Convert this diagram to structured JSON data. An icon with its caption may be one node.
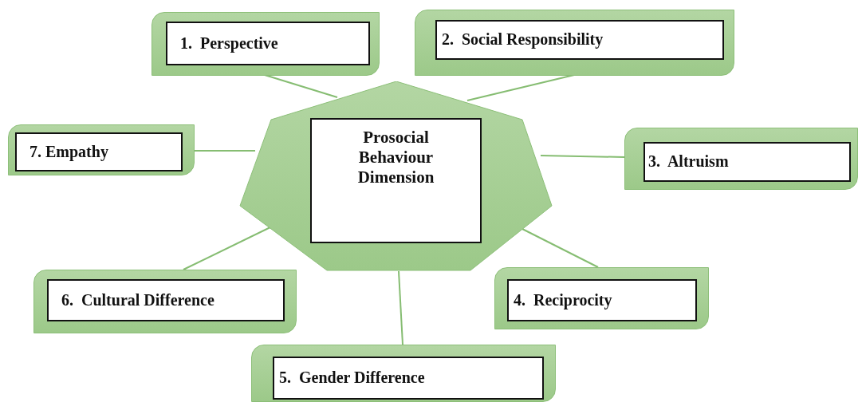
{
  "diagram": {
    "nodes": [
      {
        "text": [
          "Prosocial Behaviour Dimension"
        ]
      },
      {
        "text": [
          "1.  Perspective"
        ]
      },
      {
        "text": [
          "2.  Social Responsibility"
        ]
      },
      {
        "text": [
          "3.  Altruism"
        ]
      },
      {
        "text": [
          "4.  Reciprocity"
        ]
      },
      {
        "text": [
          "5.  Gender Difference"
        ]
      },
      {
        "text": [
          "6.  Cultural Difference"
        ]
      },
      {
        "text": [
          "7. Empathy"
        ]
      }
    ],
    "edges": [
      {
        "from": 0,
        "to": 1,
        "arrow": "none"
      },
      {
        "from": 0,
        "to": 2,
        "arrow": "none"
      },
      {
        "from": 0,
        "to": 3,
        "arrow": "none"
      },
      {
        "from": 0,
        "to": 4,
        "arrow": "none"
      },
      {
        "from": 0,
        "to": 5,
        "arrow": "none"
      },
      {
        "from": 0,
        "to": 6,
        "arrow": "none"
      },
      {
        "from": 0,
        "to": 7,
        "arrow": "none"
      }
    ]
  }
}
